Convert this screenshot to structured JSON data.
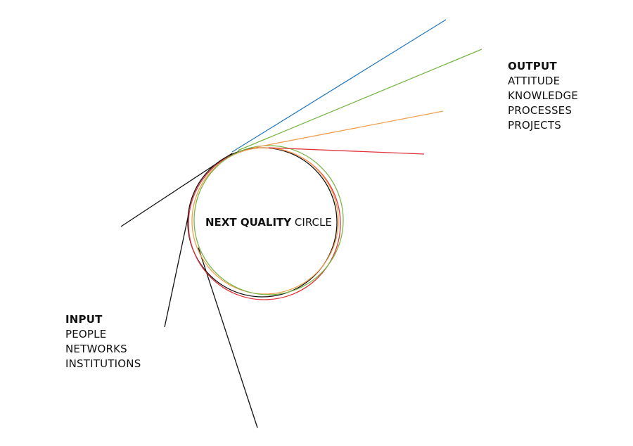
{
  "center": {
    "bold_text": "NEXT QUALITY",
    "regular_text": "CIRCLE"
  },
  "output": {
    "heading": "OUTPUT",
    "items": [
      "ATTITUDE",
      "KNOWLEDGE",
      "PROCESSES",
      "PROJECTS"
    ]
  },
  "input": {
    "heading": "INPUT",
    "items": [
      "PEOPLE",
      "NETWORKS",
      "INSTITUTIONS"
    ]
  },
  "colors": {
    "black": "#111111",
    "blue": "#2b7bbd",
    "green": "#7ab648",
    "orange": "#f0a050",
    "red": "#e0343a"
  }
}
